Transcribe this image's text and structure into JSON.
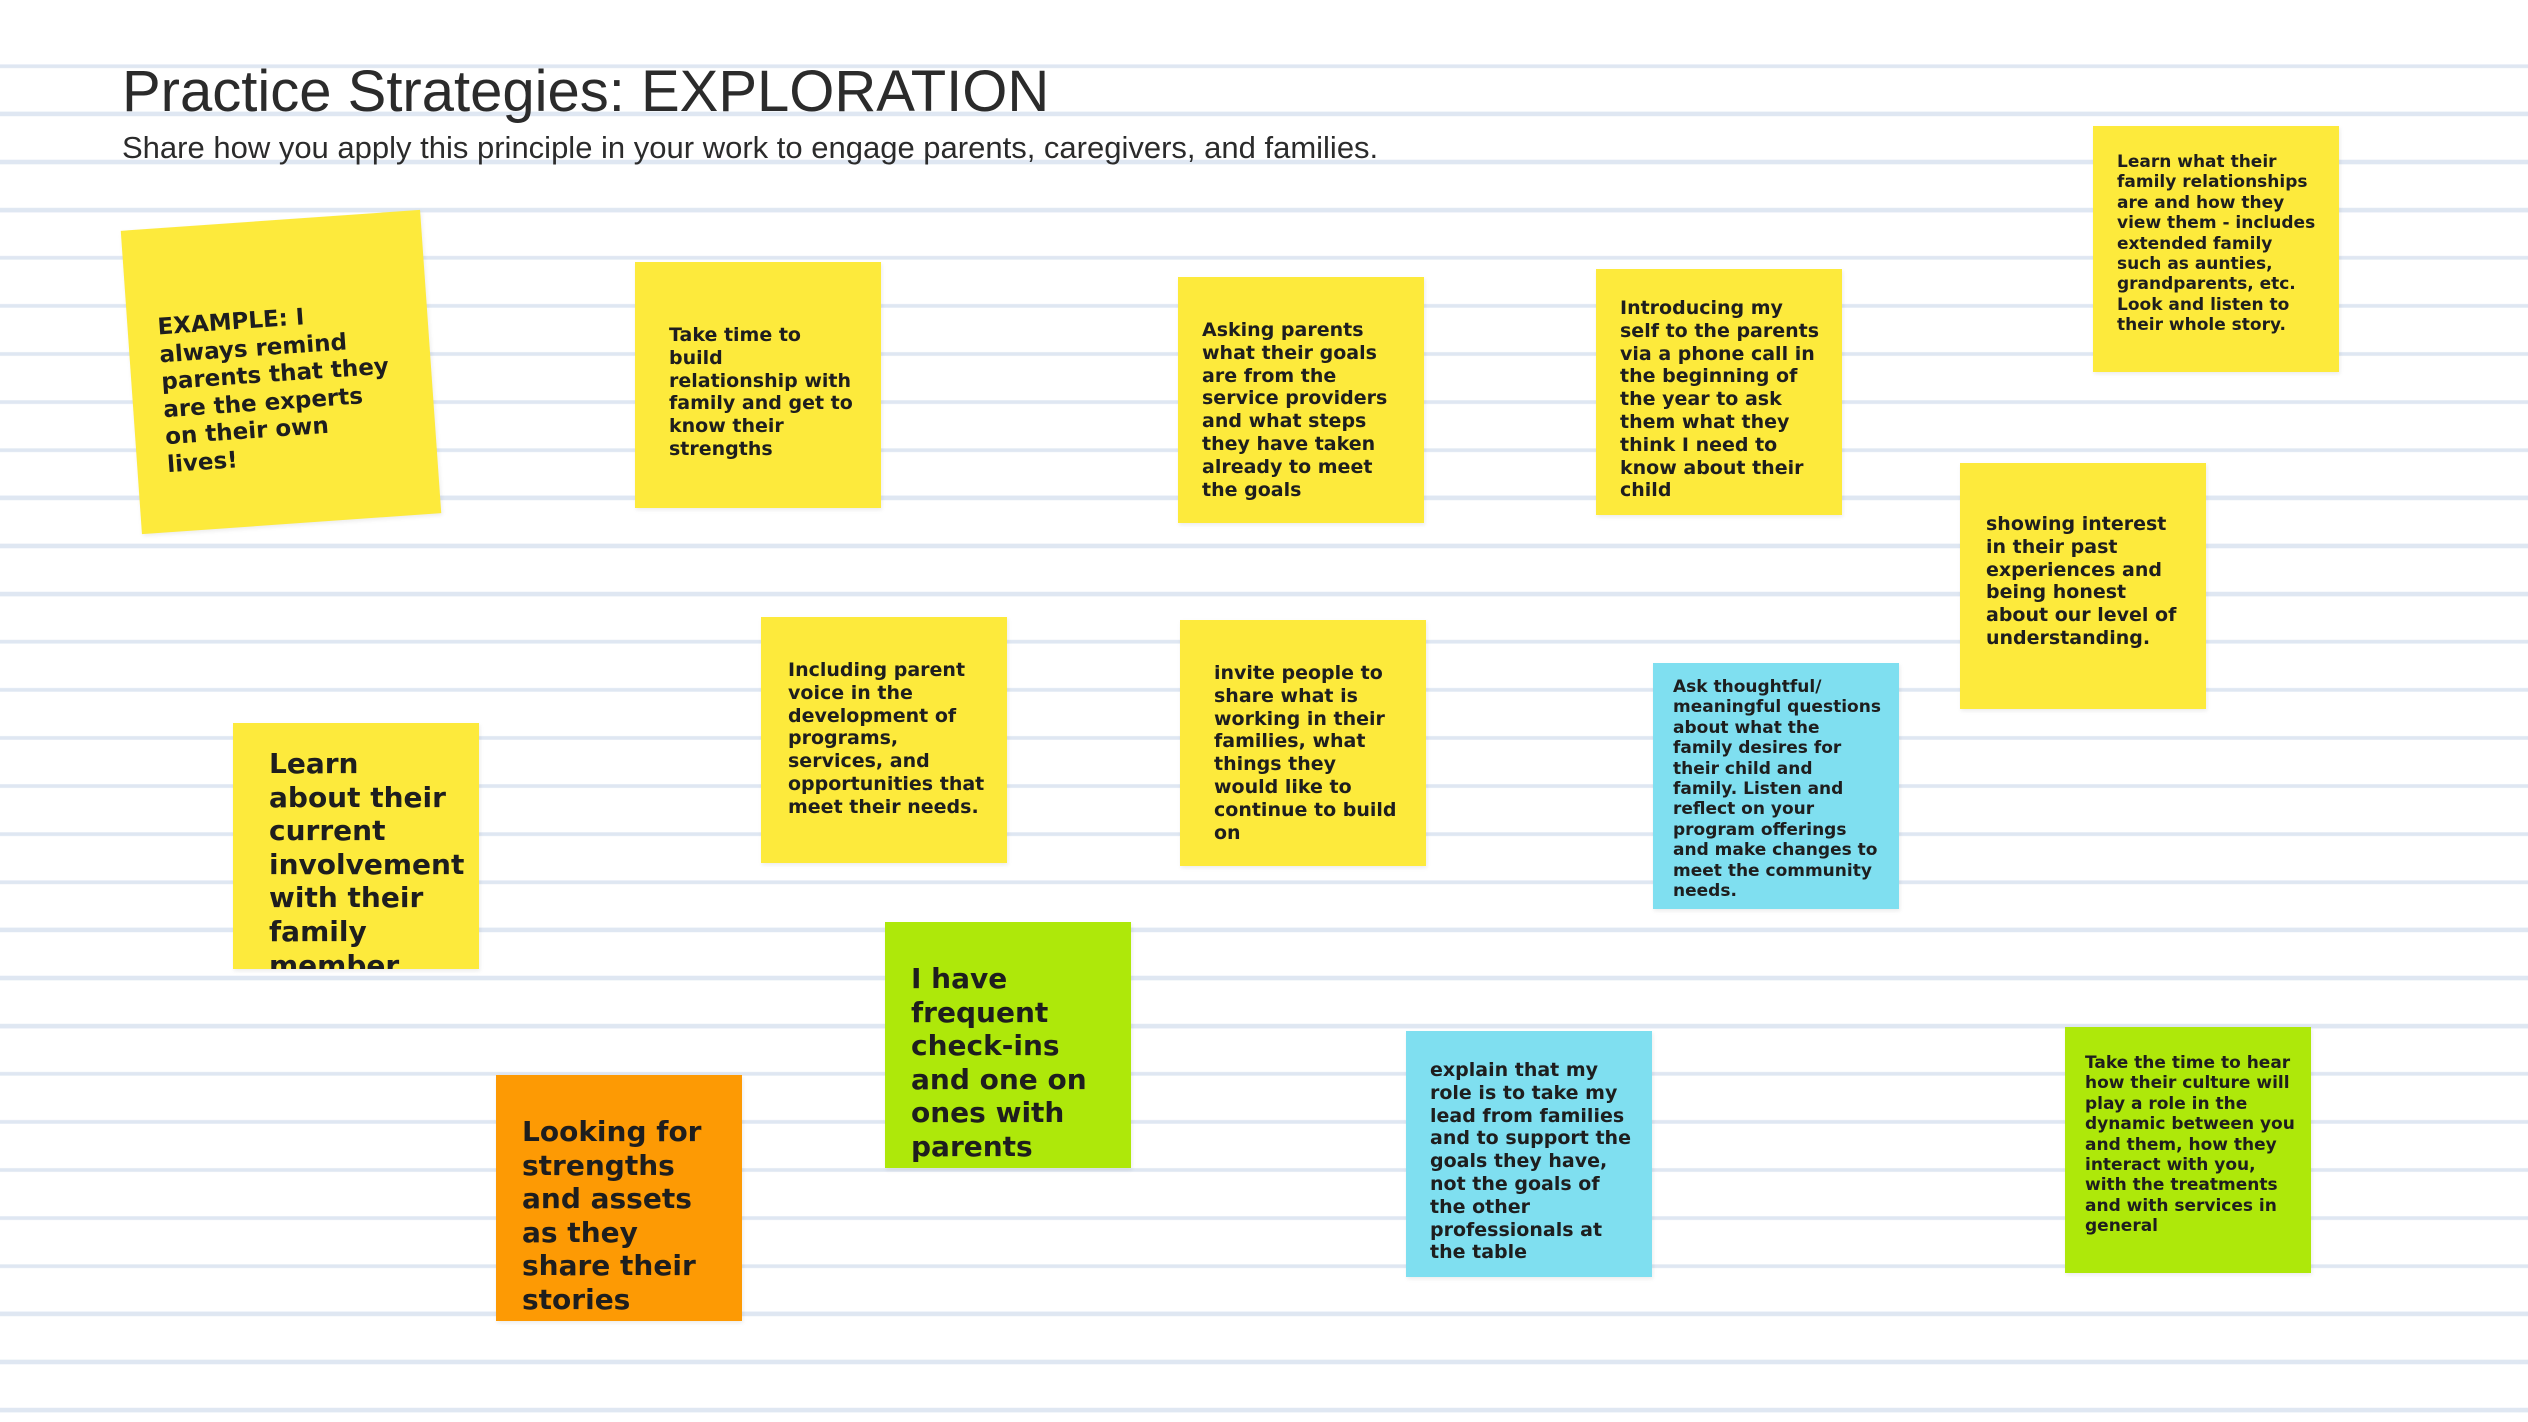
{
  "header": {
    "title": "Practice Strategies: EXPLORATION",
    "subtitle": "Share how you apply this principle in your work to engage parents, caregivers, and families."
  },
  "notes": [
    {
      "text": "EXAMPLE: I always remind parents that they are the experts on their own lives!",
      "color": "yellow"
    },
    {
      "text": "Take time to build relationship with family and get to know their strengths",
      "color": "yellow"
    },
    {
      "text": "Asking parents what their goals are from the service providers and what steps they have taken already to meet the goals",
      "color": "yellow"
    },
    {
      "text": "Introducing my self to the parents via a phone call in the beginning of the year to ask them what they think I need to know about their child",
      "color": "yellow"
    },
    {
      "text": "Learn what their family relationships are and how they view them - includes extended family such as aunties, grandparents, etc. Look and listen to their whole story.",
      "color": "yellow"
    },
    {
      "text": "showing interest in their past experiences and being honest about our level of understanding.",
      "color": "yellow"
    },
    {
      "text": "Including parent voice in the development of programs, services, and opportunities that meet their needs.",
      "color": "yellow"
    },
    {
      "text": "invite people to share what is working in their families, what things they would like to continue to build on",
      "color": "yellow"
    },
    {
      "text": "Ask thoughtful/ meaningful questions about what the family desires for their child and family. Listen and reflect on your program offerings and make changes to meet the community needs.",
      "color": "cyan"
    },
    {
      "text": "Learn about their current involvement with their family member.",
      "color": "yellow"
    },
    {
      "text": "I have frequent check-ins and one on ones with parents",
      "color": "green"
    },
    {
      "text": "Looking for strengths and assets as they share their stories",
      "color": "orange"
    },
    {
      "text": "explain that my role is to take my lead from families and to support the goals they have, not the goals of the other professionals at the table",
      "color": "cyan"
    },
    {
      "text": "Take the time to hear how their culture will play a role in the dynamic between you and them, how they interact with you, with the treatments and with services in general",
      "color": "green"
    }
  ],
  "colors": {
    "yellow": "#fdea3c",
    "cyan": "#7fdff0",
    "green": "#aee80a",
    "orange": "#fd9a04",
    "background_lines": "#dfe7f2"
  }
}
